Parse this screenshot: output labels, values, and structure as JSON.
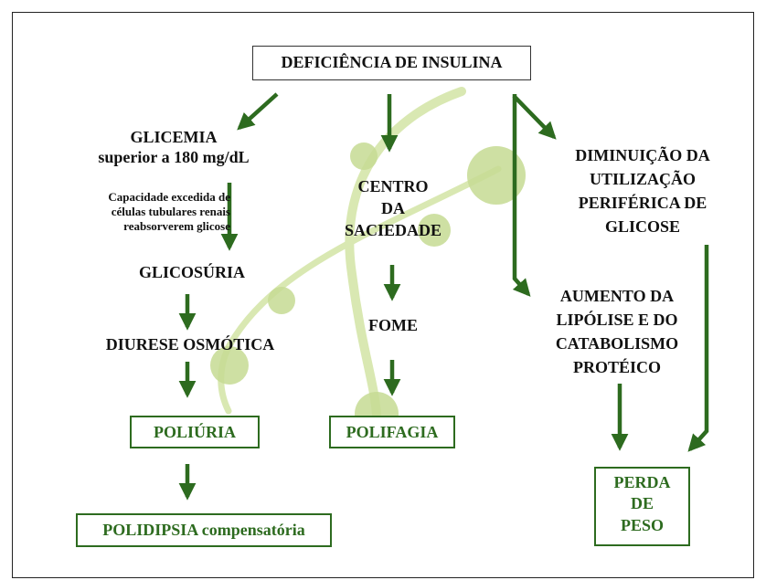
{
  "colors": {
    "arrow": "#2d6b1f",
    "box_border": "#2d6b1f",
    "box_text": "#2d6b1f",
    "decor_light": "#d4e4a8",
    "decor_mid": "#c3d98c"
  },
  "nodes": {
    "insulin_deficiency": "DEFICIÊNCIA DE INSULINA",
    "glycemia_line1": "GLICEMIA",
    "glycemia_line2": "superior a 180 mg/dL",
    "tubular_line1": "Capacidade excedida de",
    "tubular_line2": "células tubulares renais",
    "tubular_line3": "reabsorverem glicose",
    "glycosuria": "GLICOSÚRIA",
    "osmotic_diuresis": "DIURESE OSMÓTICA",
    "polyuria": "POLIÚRIA",
    "polydipsia": "POLIDIPSIA compensatória",
    "satiety_line1": "CENTRO",
    "satiety_line2": "DA",
    "satiety_line3": "SACIEDADE",
    "hunger": "FOME",
    "polyphagia": "POLIFAGIA",
    "peripheral_line1": "DIMINUIÇÃO DA",
    "peripheral_line2": "UTILIZAÇÃO",
    "peripheral_line3": "PERIFÉRICA DE",
    "peripheral_line4": "GLICOSE",
    "lipolysis_line1": "AUMENTO DA",
    "lipolysis_line2": "LIPÓLISE E DO",
    "lipolysis_line3": "CATABOLISMO",
    "lipolysis_line4": "PROTÉICO",
    "weight_loss_line1": "PERDA",
    "weight_loss_line2": "DE",
    "weight_loss_line3": "PESO"
  }
}
